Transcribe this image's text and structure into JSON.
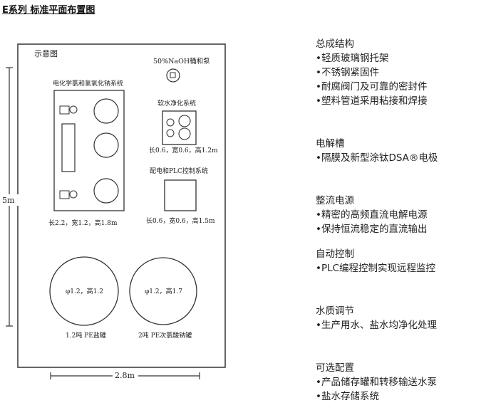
{
  "page_title": "E系列 标准平面布置图",
  "diagram": {
    "caption": "示意图",
    "height_label": "5m",
    "width_label": "2.8m",
    "naoh_label": "50%NaOH桶和泵",
    "electro_label": "电化学氯和氢氧化钠系统",
    "electro_dims": "长2.2，宽1.2，高1.8m",
    "softener_label": "软水净化系统",
    "softener_dims": "长0.6，宽0.6，高1.2m",
    "plc_label": "配电和PLC控制系统",
    "plc_dims": "长0.6，宽0.6，高1.5m",
    "tank1_dims": "φ1.2，高1.2",
    "tank1_label": "1.2吨 PE盐罐",
    "tank2_dims": "φ1.2，高1.7",
    "tank2_label": "2吨 PE次氯酸钠罐"
  },
  "sections": [
    {
      "title": "总成结构",
      "items": [
        "•轻质玻璃钢托架",
        "•不锈钢紧固件",
        "•耐腐阀门及可靠的密封件",
        "•塑料管道采用粘接和焊接"
      ]
    },
    {
      "title": "电解槽",
      "items": [
        "•隔膜及新型涂钛DSA®电极"
      ]
    },
    {
      "title": "整流电源",
      "items": [
        "•精密的高频直流电解电源",
        "•保持恒流稳定的直流输出"
      ]
    },
    {
      "title": "自动控制",
      "items": [
        "•PLC编程控制实现远程监控"
      ]
    },
    {
      "title": "水质调节",
      "items": [
        "•生产用水、盐水均净化处理"
      ]
    },
    {
      "title": "可选配置",
      "items": [
        "•产品储存罐和转移输送水泵",
        "•盐水存储系统"
      ]
    }
  ]
}
